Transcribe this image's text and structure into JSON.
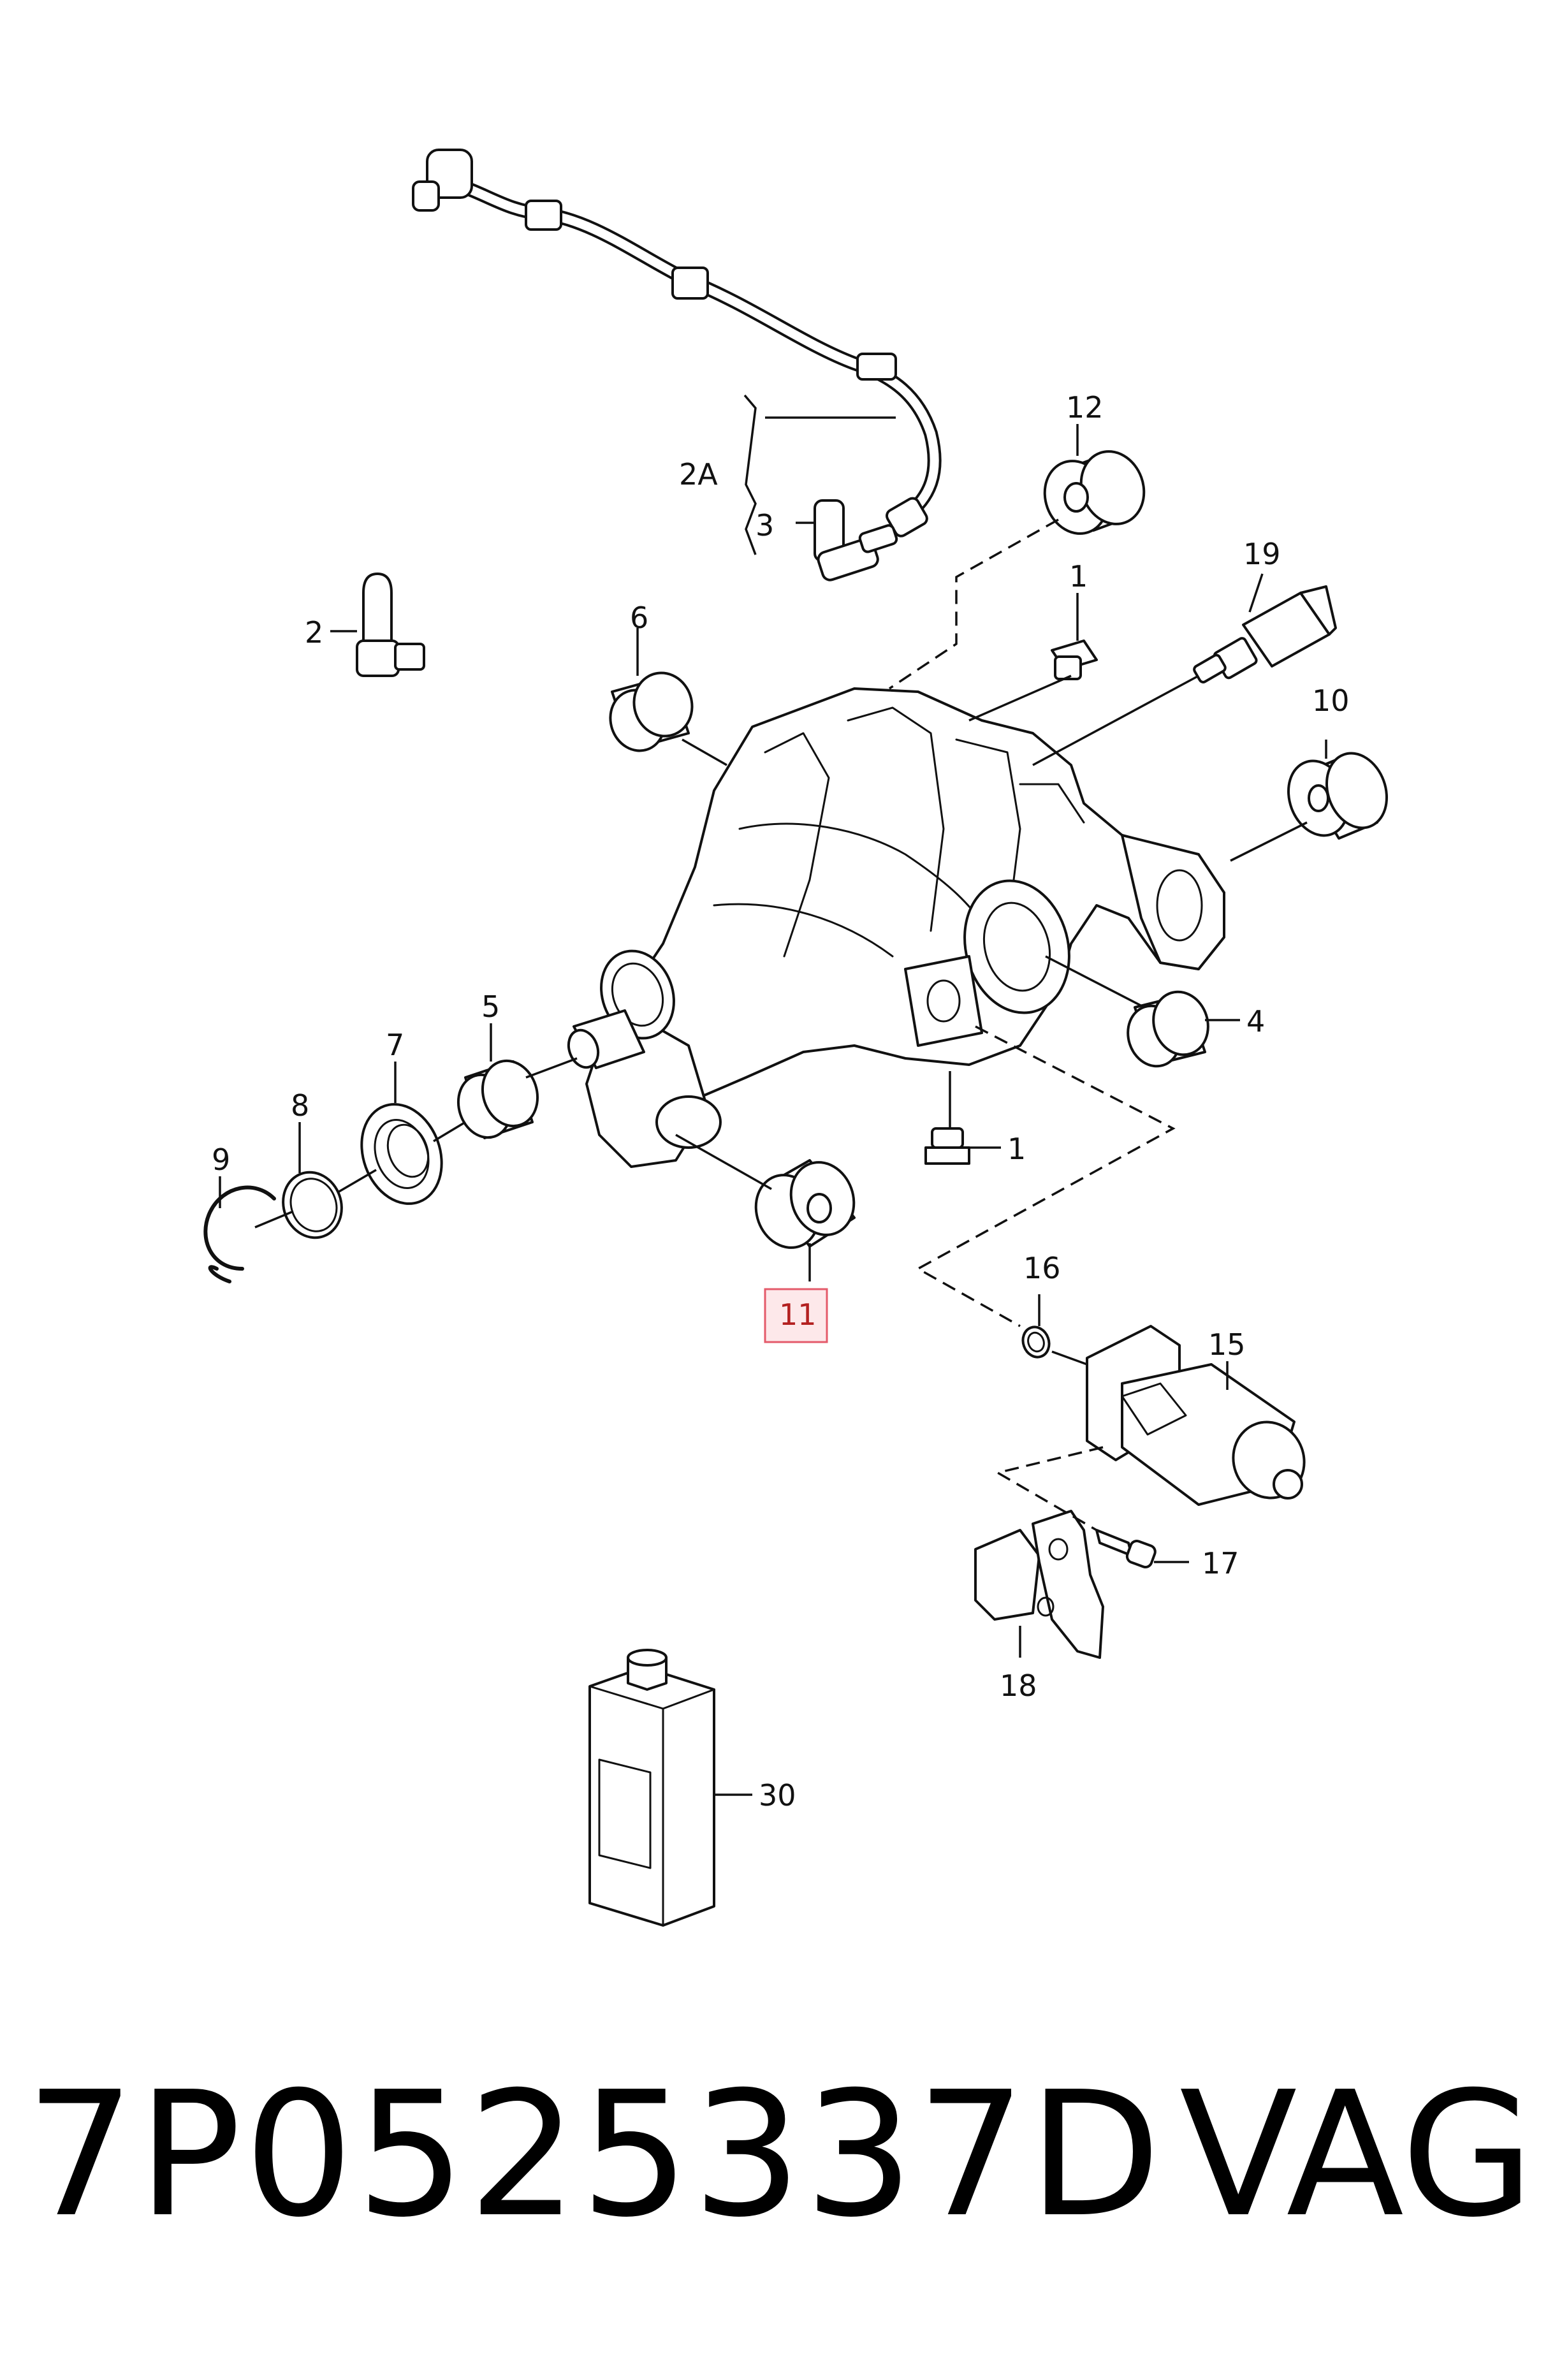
{
  "callouts": {
    "c1a": "1",
    "c1b": "1",
    "c2": "2",
    "c2a": "2A",
    "c3": "3",
    "c4": "4",
    "c5": "5",
    "c6": "6",
    "c7": "7",
    "c8": "8",
    "c9": "9",
    "c10": "10",
    "c11": "11",
    "c12": "12",
    "c15": "15",
    "c16": "16",
    "c17": "17",
    "c18": "18",
    "c19": "19",
    "c30": "30"
  },
  "highlighted_callout": "11",
  "colors": {
    "highlight_fill": "#fde8ea",
    "highlight_stroke": "#e45a6a"
  },
  "footer": {
    "part_number": "7P0525337D",
    "brand": "VAG"
  }
}
